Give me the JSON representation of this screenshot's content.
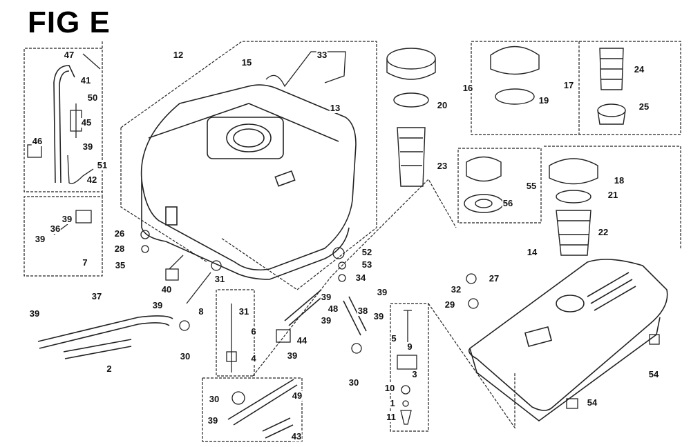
{
  "figure_title": "FIG E",
  "callouts": [
    "47",
    "41",
    "50",
    "45",
    "46",
    "39",
    "51",
    "42",
    "39",
    "36",
    "39",
    "7",
    "12",
    "15",
    "33",
    "13",
    "16",
    "20",
    "17",
    "19",
    "24",
    "25",
    "23",
    "55",
    "56",
    "18",
    "21",
    "22",
    "26",
    "28",
    "35",
    "40",
    "31",
    "8",
    "39",
    "52",
    "53",
    "34",
    "39",
    "14",
    "27",
    "32",
    "29",
    "39",
    "48",
    "39",
    "44",
    "39",
    "31",
    "6",
    "4",
    "38",
    "39",
    "5",
    "9",
    "3",
    "30",
    "10",
    "1",
    "11",
    "54",
    "54",
    "37",
    "39",
    "2",
    "30",
    "30",
    "49",
    "43",
    "39"
  ]
}
